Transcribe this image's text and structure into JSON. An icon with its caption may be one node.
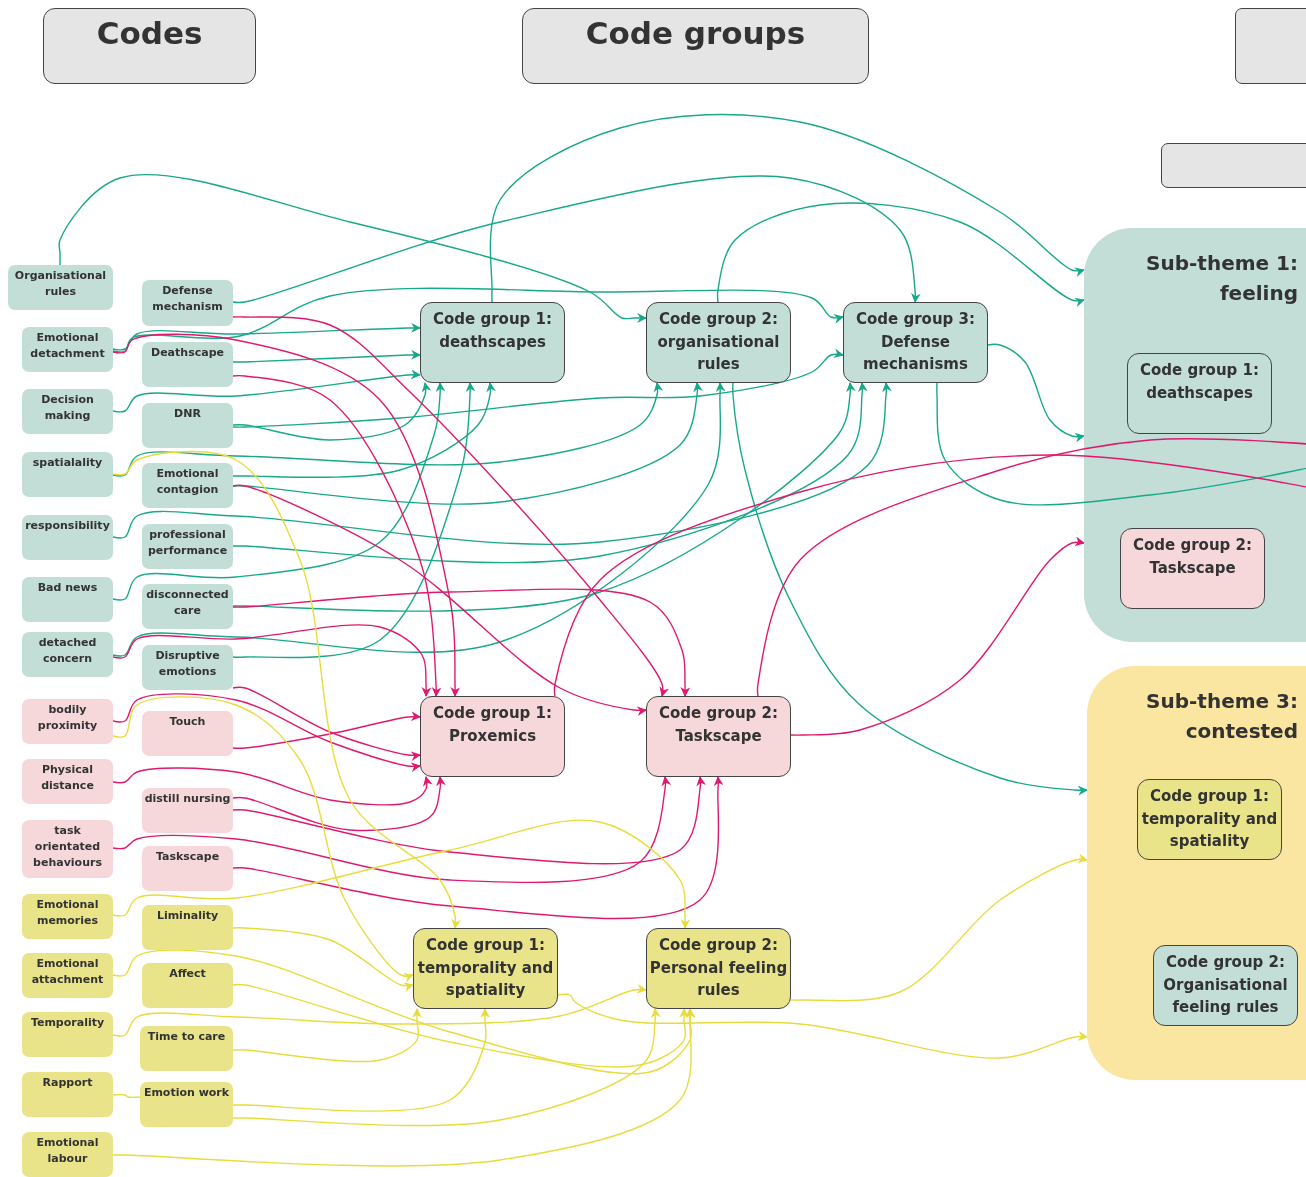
{
  "diagram": {
    "nodes": [
      {
        "text": [
          "Codes"
        ]
      },
      {
        "text": [
          "Code groups"
        ]
      },
      {
        "text": [],
        "shape": "box"
      },
      {
        "text": [],
        "shape": "box"
      },
      {
        "text": [
          "Organisational rules"
        ]
      },
      {
        "text": [
          "Emotional detachment"
        ]
      },
      {
        "text": [
          "Decision making"
        ]
      },
      {
        "text": [
          "spatialality"
        ]
      },
      {
        "text": [
          "responsibility"
        ]
      },
      {
        "text": [
          "Bad news"
        ]
      },
      {
        "text": [
          "detached concern"
        ]
      },
      {
        "text": [
          "bodily proximity"
        ]
      },
      {
        "text": [
          "Physical distance"
        ]
      },
      {
        "text": [
          "task orientated behaviours"
        ]
      },
      {
        "text": [
          "Emotional memories"
        ]
      },
      {
        "text": [
          "Emotional attachment"
        ]
      },
      {
        "text": [
          "Temporality"
        ]
      },
      {
        "text": [
          "Rapport"
        ]
      },
      {
        "text": [
          "Emotional labour"
        ]
      },
      {
        "text": [
          "Defense mechanism"
        ]
      },
      {
        "text": [
          "Deathscape"
        ]
      },
      {
        "text": [
          "DNR"
        ]
      },
      {
        "text": [
          "Emotional contagion"
        ]
      },
      {
        "text": [
          "professional performance"
        ]
      },
      {
        "text": [
          "disconnected care"
        ]
      },
      {
        "text": [
          "Disruptive emotions"
        ]
      },
      {
        "text": [
          "Touch"
        ]
      },
      {
        "text": [
          "distill nursing"
        ]
      },
      {
        "text": [
          "Taskscape"
        ]
      },
      {
        "text": [
          "Liminality"
        ]
      },
      {
        "text": [
          "Affect"
        ]
      },
      {
        "text": [
          "Time to care"
        ]
      },
      {
        "text": [
          "Emotion work"
        ]
      },
      {
        "text": [
          "Code group 1: deathscapes"
        ]
      },
      {
        "text": [
          "Code group 2: organisational rules"
        ]
      },
      {
        "text": [
          "Code group 3: Defense mechanisms"
        ]
      },
      {
        "text": [
          "Code group 1: Proxemics"
        ]
      },
      {
        "text": [
          "Code group 2: Taskscape"
        ]
      },
      {
        "text": [
          "Code group 1: temporality and spatiality"
        ]
      },
      {
        "text": [
          "Code group 2: Personal feeling rules"
        ]
      },
      {
        "text": [
          "Sub-theme 1: feeling"
        ]
      },
      {
        "text": [
          "Code group 1: deathscapes"
        ],
        "in": 40
      },
      {
        "text": [
          "Code group 2: Taskscape"
        ],
        "in": 40
      },
      {
        "text": [
          "Sub-theme 3: contested"
        ]
      },
      {
        "text": [
          "Code group 1: temporality and spatiality"
        ],
        "in": 43
      },
      {
        "text": [
          "Code group 2: Organisational feeling rules"
        ],
        "in": 43
      }
    ],
    "edges": [
      {
        "from": 4,
        "to": 34,
        "arrow": "to"
      },
      {
        "from": 5,
        "to": 33,
        "arrow": "to"
      },
      {
        "from": 5,
        "to": 35,
        "arrow": "to"
      },
      {
        "from": 19,
        "to": 35,
        "arrow": "to"
      },
      {
        "from": 20,
        "to": 33,
        "arrow": "to"
      },
      {
        "from": 6,
        "to": 33,
        "arrow": "to"
      },
      {
        "from": 21,
        "to": 33,
        "arrow": "to"
      },
      {
        "from": 21,
        "to": 35,
        "arrow": "to"
      },
      {
        "from": 7,
        "to": 34,
        "arrow": "to"
      },
      {
        "from": 22,
        "to": 33,
        "arrow": "to"
      },
      {
        "from": 22,
        "to": 34,
        "arrow": "to"
      },
      {
        "from": 8,
        "to": 35,
        "arrow": "to"
      },
      {
        "from": 23,
        "to": 35,
        "arrow": "to"
      },
      {
        "from": 9,
        "to": 33,
        "arrow": "to"
      },
      {
        "from": 24,
        "to": 35,
        "arrow": "to"
      },
      {
        "from": 25,
        "to": 33,
        "arrow": "to"
      },
      {
        "from": 10,
        "to": 34,
        "arrow": "to"
      },
      {
        "from": 33,
        "to": 40,
        "arrow": "to"
      },
      {
        "from": 34,
        "to": 40,
        "arrow": "to"
      },
      {
        "from": 35,
        "to": 40,
        "arrow": "to"
      },
      {
        "from": 34,
        "to": 43,
        "arrow": "to"
      },
      {
        "from": 35,
        "to": 40,
        "arrow": "none"
      },
      {
        "from": 19,
        "to": 37,
        "arrow": "to",
        "color": "#e0196e"
      },
      {
        "from": 5,
        "to": 36,
        "arrow": "to",
        "color": "#e0196e"
      },
      {
        "from": 20,
        "to": 36,
        "arrow": "to",
        "color": "#e0196e"
      },
      {
        "from": 10,
        "to": 36,
        "arrow": "to",
        "color": "#e0196e"
      },
      {
        "from": 24,
        "to": 37,
        "arrow": "to",
        "color": "#e0196e"
      },
      {
        "from": 22,
        "to": 37,
        "arrow": "to",
        "color": "#e0196e"
      },
      {
        "from": 25,
        "to": 36,
        "arrow": "to",
        "color": "#e0196e"
      },
      {
        "from": 11,
        "to": 36,
        "arrow": "to",
        "color": "#e0196e"
      },
      {
        "from": 26,
        "to": 36,
        "arrow": "to",
        "color": "#e0196e"
      },
      {
        "from": 12,
        "to": 36,
        "arrow": "to",
        "color": "#e0196e"
      },
      {
        "from": 27,
        "to": 36,
        "arrow": "to",
        "color": "#e0196e"
      },
      {
        "from": 27,
        "to": 37,
        "arrow": "to",
        "color": "#e0196e"
      },
      {
        "from": 13,
        "to": 37,
        "arrow": "to",
        "color": "#e0196e"
      },
      {
        "from": 28,
        "to": 37,
        "arrow": "to",
        "color": "#e0196e"
      },
      {
        "from": 37,
        "to": 40,
        "arrow": "to",
        "color": "#e0196e"
      },
      {
        "from": 36,
        "to": 40,
        "arrow": "none",
        "color": "#e0196e"
      },
      {
        "from": 37,
        "to": 40,
        "arrow": "none",
        "color": "#e0196e"
      },
      {
        "from": 7,
        "to": 38,
        "arrow": "to",
        "color": "#e8dc3c"
      },
      {
        "from": 11,
        "to": 38,
        "arrow": "to",
        "color": "#e8dc3c"
      },
      {
        "from": 29,
        "to": 38,
        "arrow": "to",
        "color": "#e8dc3c"
      },
      {
        "from": 14,
        "to": 39,
        "arrow": "to",
        "color": "#e8dc3c"
      },
      {
        "from": 15,
        "to": 39,
        "arrow": "to",
        "color": "#e8dc3c"
      },
      {
        "from": 30,
        "to": 39,
        "arrow": "to",
        "color": "#e8dc3c"
      },
      {
        "from": 16,
        "to": 39,
        "arrow": "to",
        "color": "#e8dc3c"
      },
      {
        "from": 31,
        "to": 38,
        "arrow": "to",
        "color": "#e8dc3c"
      },
      {
        "from": 32,
        "to": 38,
        "arrow": "to",
        "color": "#e8dc3c"
      },
      {
        "from": 32,
        "to": 39,
        "arrow": "to",
        "color": "#e8dc3c"
      },
      {
        "from": 18,
        "to": 39,
        "arrow": "to",
        "color": "#e8dc3c"
      },
      {
        "from": 17,
        "to": 32,
        "arrow": "none",
        "color": "#e8dc3c"
      },
      {
        "from": 39,
        "to": 43,
        "arrow": "to",
        "color": "#e8dc3c"
      },
      {
        "from": 38,
        "to": 43,
        "arrow": "to",
        "color": "#e8dc3c"
      }
    ]
  }
}
